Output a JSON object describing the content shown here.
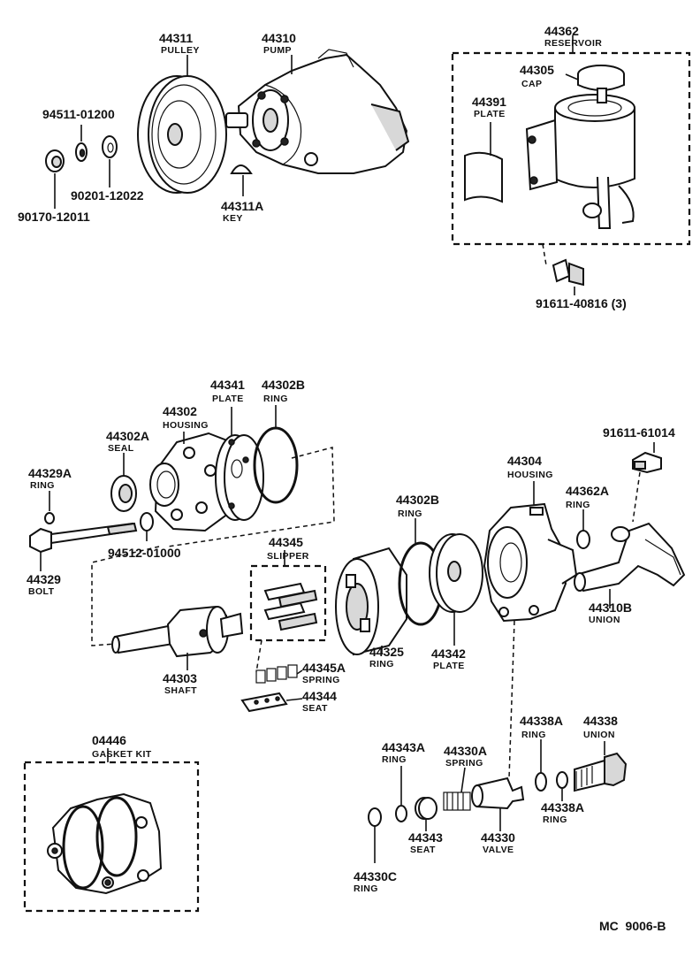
{
  "labels": {
    "pulley": {
      "no": "44311",
      "name": "PULLEY"
    },
    "pump": {
      "no": "44310",
      "name": "PUMP"
    },
    "washer_a": {
      "no": "94511-01200"
    },
    "washer_b": {
      "no": "90201-12022"
    },
    "nut": {
      "no": "90170-12011"
    },
    "key": {
      "no": "44311A",
      "name": "KEY"
    },
    "reservoir": {
      "no": "44362",
      "name": "RESERVOIR"
    },
    "cap": {
      "no": "44305",
      "name": "CAP"
    },
    "res_plate": {
      "no": "44391",
      "name": "PLATE"
    },
    "res_bolt": {
      "no": "91611-40816 (3)"
    },
    "front_ring": {
      "no": "44302B",
      "name": "RING"
    },
    "front_plate": {
      "no": "44341",
      "name": "PLATE"
    },
    "front_housing": {
      "no": "44302",
      "name": "HOUSING"
    },
    "seal": {
      "no": "44302A",
      "name": "SEAL"
    },
    "bolt_ring": {
      "no": "44329A",
      "name": "RING"
    },
    "bolt": {
      "no": "44329",
      "name": "BOLT"
    },
    "washer_c": {
      "no": "94512-01000"
    },
    "slipper": {
      "no": "44345",
      "name": "SLIPPER"
    },
    "shaft": {
      "no": "44303",
      "name": "SHAFT"
    },
    "spring": {
      "no": "44345A",
      "name": "SPRING"
    },
    "seat": {
      "no": "44344",
      "name": "SEAT"
    },
    "cam_ring_o": {
      "no": "44302B",
      "name": "RING"
    },
    "cam_ring": {
      "no": "44325",
      "name": "RING"
    },
    "rear_plate": {
      "no": "44342",
      "name": "PLATE"
    },
    "rear_housing": {
      "no": "44304",
      "name": "HOUSING"
    },
    "union_bolt": {
      "no": "91611-61014"
    },
    "union_ring": {
      "no": "44362A",
      "name": "RING"
    },
    "union": {
      "no": "44310B",
      "name": "UNION"
    },
    "gasket_kit": {
      "no": "04446",
      "name": "GASKET KIT"
    },
    "valve_ring": {
      "no": "44343A",
      "name": "RING"
    },
    "valve_spring": {
      "no": "44330A",
      "name": "SPRING"
    },
    "ring_upper": {
      "no": "44338A",
      "name": "RING"
    },
    "union_outlet": {
      "no": "44338",
      "name": "UNION"
    },
    "ring_lower": {
      "no": "44338A",
      "name": "RING"
    },
    "valve_seat": {
      "no": "44343",
      "name": "SEAT"
    },
    "valve": {
      "no": "44330",
      "name": "VALVE"
    },
    "ring_c": {
      "no": "44330C",
      "name": "RING"
    }
  },
  "footer": {
    "code": "MC  9006-B"
  }
}
